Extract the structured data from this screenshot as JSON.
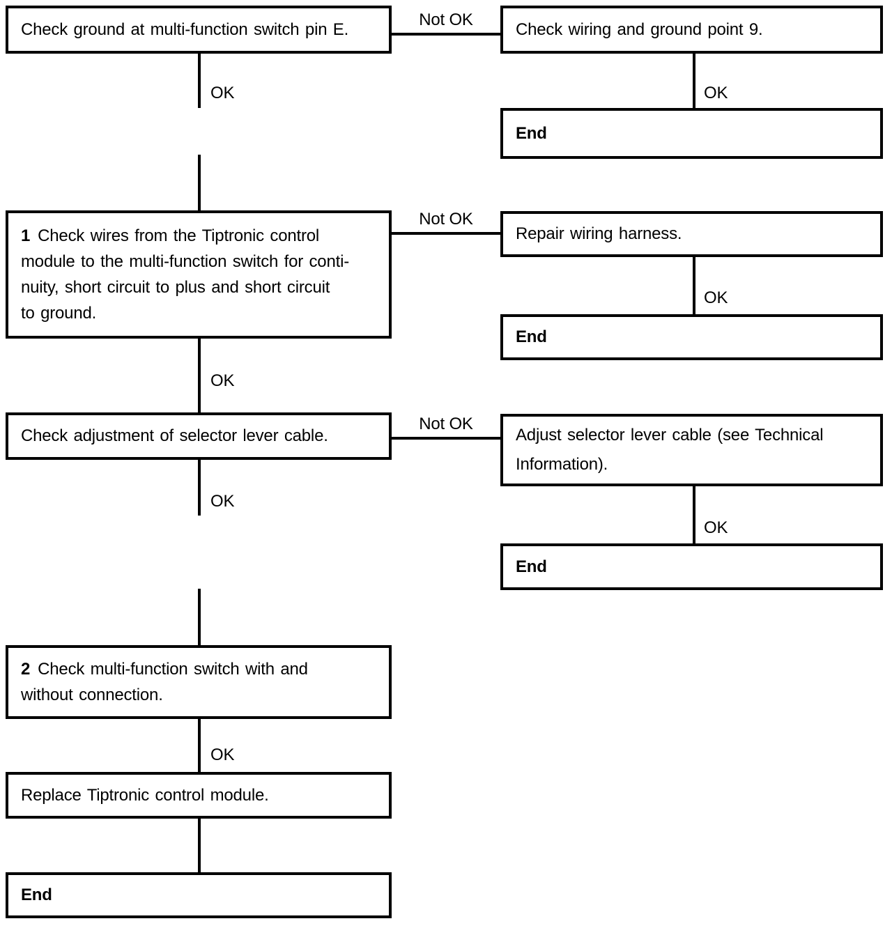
{
  "labels": {
    "ok": "OK",
    "not_ok": "Not OK"
  },
  "colors": {
    "ink": "#000000",
    "background": "#ffffff"
  },
  "nodes": {
    "check_ground": {
      "text": "Check ground at multi-function switch pin E."
    },
    "check_wiring": {
      "text": "Check wiring and ground point 9."
    },
    "end_1": {
      "text": "End"
    },
    "check_wires": {
      "step": "1",
      "line_1": "Check wires from the Tiptronic control",
      "line_2": "module to the multi-function switch for conti-",
      "line_3": "nuity, short circuit to plus and short circuit",
      "line_4": "to ground."
    },
    "repair_wiring": {
      "text": "Repair wiring harness."
    },
    "end_2": {
      "text": "End"
    },
    "check_adjustment": {
      "text": "Check adjustment of selector lever cable."
    },
    "adjust_cable": {
      "line_1": "Adjust selector lever cable (see Technical",
      "line_2": "Information)."
    },
    "end_3": {
      "text": "End"
    },
    "check_switch": {
      "step": "2",
      "line_1": "Check multi-function switch with and",
      "line_2": "without connection."
    },
    "replace_module": {
      "text": "Replace Tiptronic control module."
    },
    "end_4": {
      "text": "End"
    }
  }
}
